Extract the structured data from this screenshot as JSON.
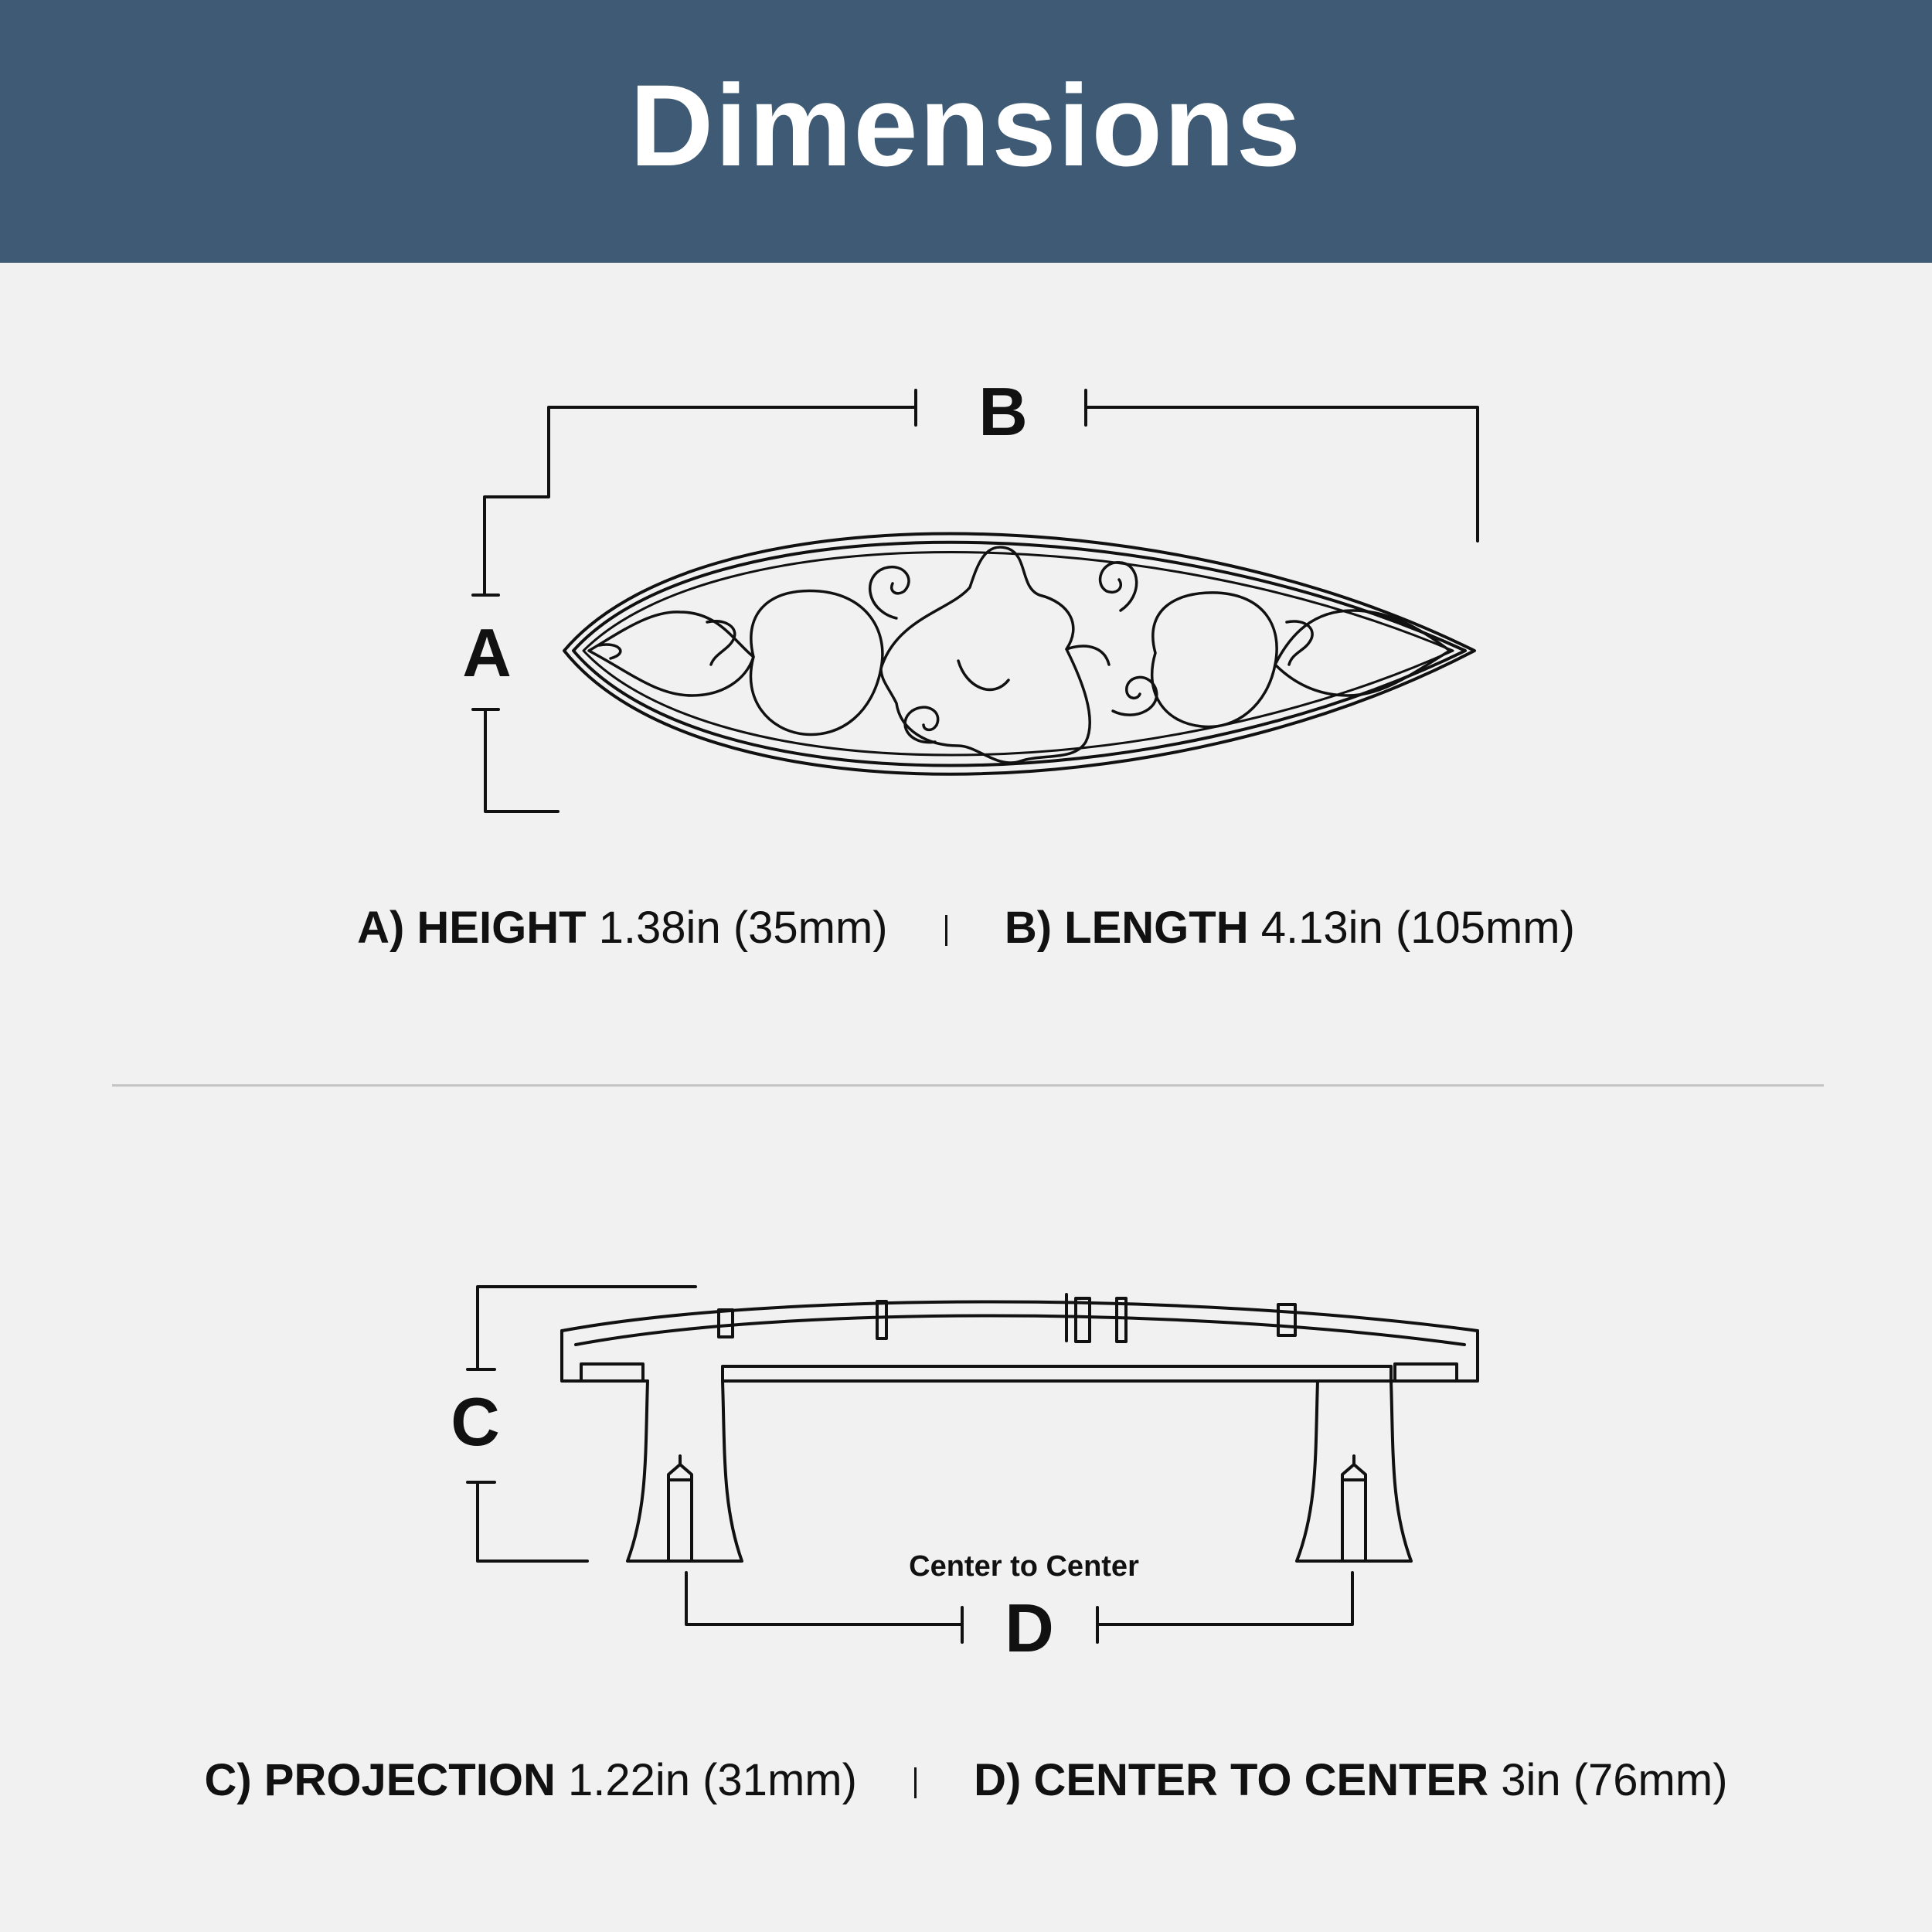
{
  "header": {
    "title": "Dimensions"
  },
  "top_view": {
    "label_a": "A",
    "label_b": "B",
    "specs": [
      {
        "label": "A) HEIGHT",
        "value": "1.38in (35mm)"
      },
      {
        "label": "B) LENGTH",
        "value": "4.13in (105mm)"
      }
    ]
  },
  "side_view": {
    "label_c": "C",
    "label_d": "D",
    "center_caption": "Center to Center",
    "specs": [
      {
        "label": "C) PROJECTION",
        "value": "1.22in (31mm)"
      },
      {
        "label": "D) CENTER TO CENTER",
        "value": "3in (76mm)"
      }
    ]
  }
}
